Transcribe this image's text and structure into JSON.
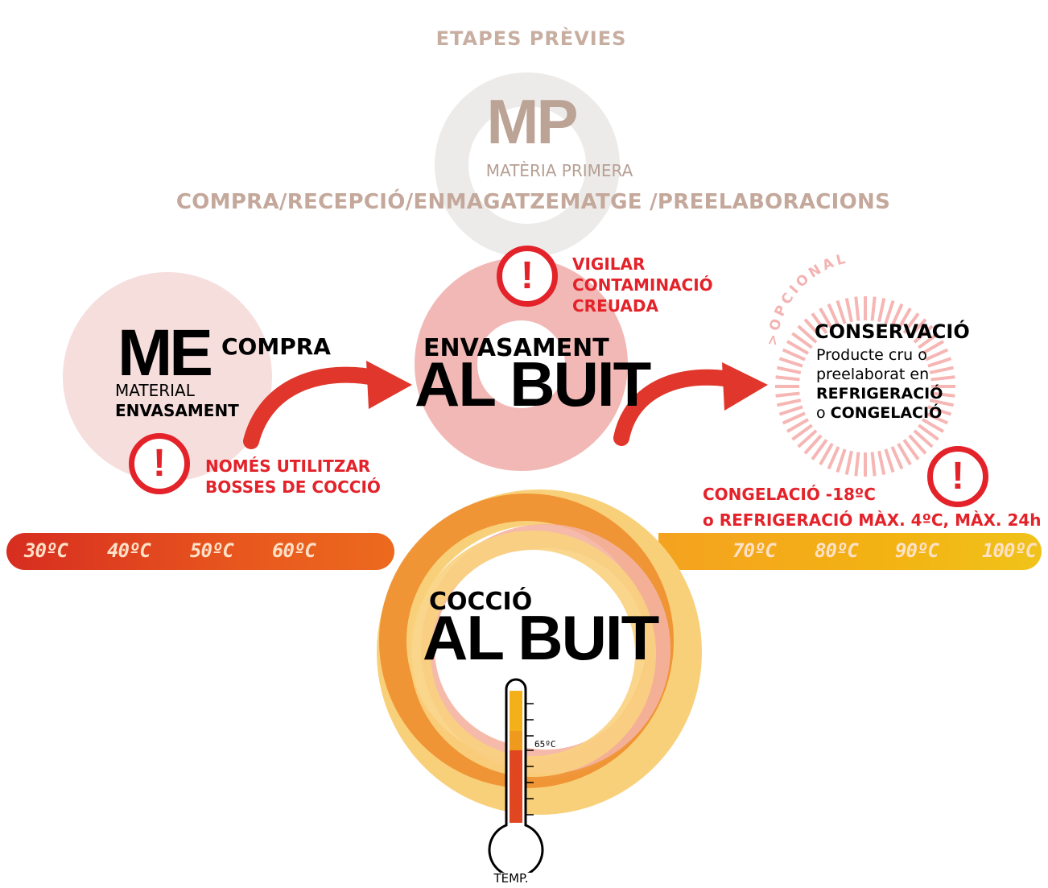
{
  "header": {
    "etapes": "ETAPES PRÈVIES",
    "mp_code": "MP",
    "mp_label": "MATÈRIA PRIMERA",
    "compra_line": "COMPRA/RECEPCIÓ/ENMAGATZEMATGE /PREELABORACIONS"
  },
  "me": {
    "code": "ME",
    "compra": "COMPRA",
    "line1": "MATERIAL",
    "line2": "ENVASAMENT",
    "warning": [
      "NOMÉS UTILITZAR",
      "BOSSES DE COCCIÓ"
    ]
  },
  "envasament": {
    "line1": "ENVASAMENT",
    "line2": "AL BUIT",
    "warning": [
      "VIGILAR",
      "CONTAMINACIÓ",
      "CREUADA"
    ]
  },
  "conservacio": {
    "optional": ">OPCIONAL",
    "title": "CONSERVACIÓ",
    "line1": "Producte cru o",
    "line2": "preelaborat en",
    "line3": "REFRIGERACIÓ",
    "line4_o": "o",
    "line4_bold": "CONGELACIÓ",
    "warning": [
      "CONGELACIÓ -18ºC",
      "o REFRIGERACIÓ MÀX. 4ºC, MÀX. 24h"
    ]
  },
  "temperature_scale": {
    "left": [
      "30ºC",
      "40ºC",
      "50ºC",
      "60ºC"
    ],
    "right": [
      "70ºC",
      "80ºC",
      "90ºC",
      "100ºC"
    ]
  },
  "coccio": {
    "line1": "COCCIÓ",
    "line2": "AL BUIT",
    "thermometer_mark": "65ºC",
    "thermometer_label": "TEMP."
  },
  "colors": {
    "warning_red": "#e3222a",
    "arrow_red": "#e0362b",
    "muted_brown": "#c4a89b",
    "ring_pink": "#f2b8b5",
    "ring_light_pink": "#f6dedd",
    "orange": "#ef9132",
    "yellow": "#f9d07a"
  }
}
